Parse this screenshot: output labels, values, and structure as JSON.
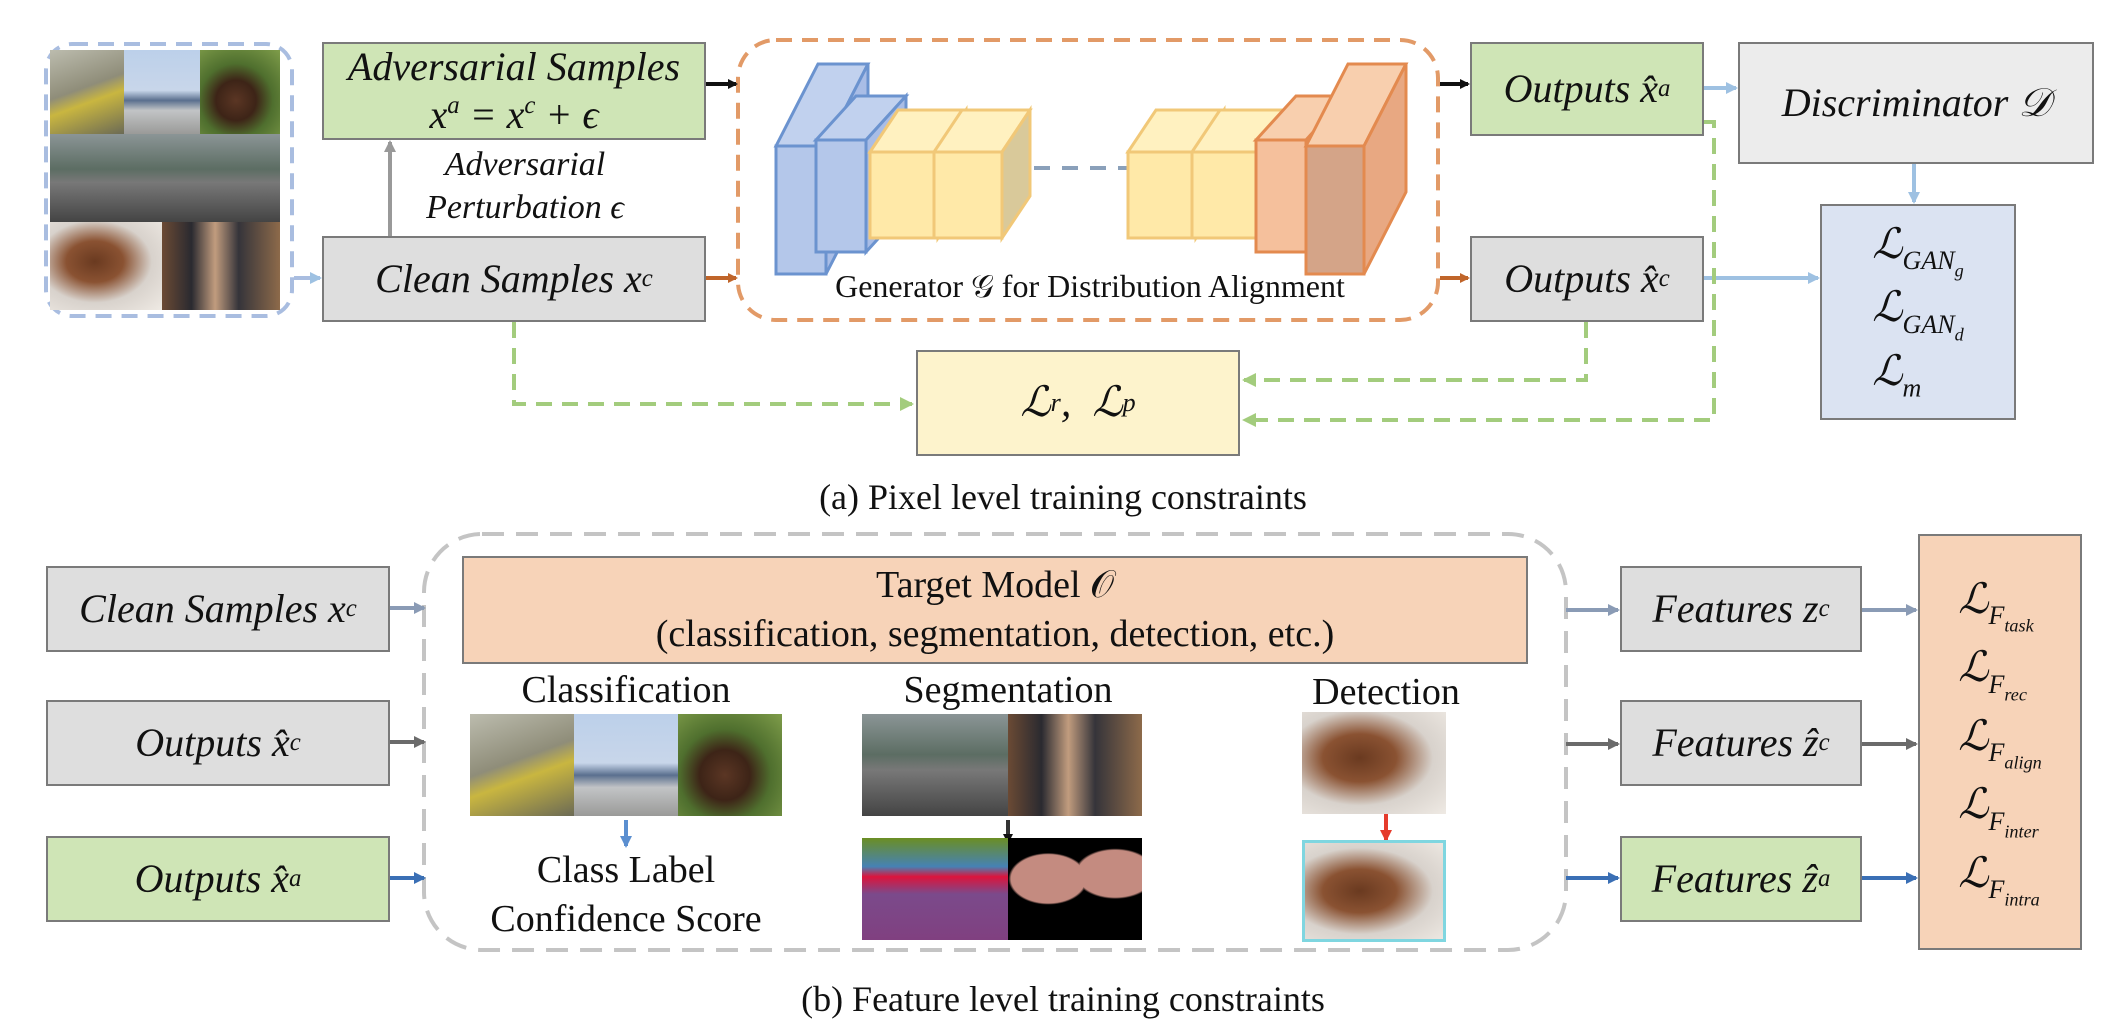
{
  "pixel_panel": {
    "adversarial_samples_title": "Adversarial Samples",
    "adversarial_samples_formula": "x",
    "adversarial_samples_formula_sup": "a",
    "adversarial_samples_formula_rest": " = x",
    "adversarial_samples_formula_sup2": "c",
    "adversarial_samples_formula_tail": " + ϵ",
    "perturbation_line1": "Adversarial",
    "perturbation_line2": "Perturbation ϵ",
    "clean_samples": "Clean Samples x",
    "clean_samples_sup": "c",
    "generator_label": "Generator 𝒢 for Distribution Alignment",
    "outputs_a": "Outputs x̂",
    "outputs_a_sup": "a",
    "outputs_c": "Outputs x̂",
    "outputs_c_sup": "c",
    "discriminator": "Discriminator 𝒟",
    "loss_r": "ℒ",
    "loss_r_sub": "r",
    "loss_sep": ",  ",
    "loss_p": "ℒ",
    "loss_p_sub": "p",
    "gan_losses": [
      {
        "sym": "ℒ",
        "sub": "GAN",
        "subsub": "g"
      },
      {
        "sym": "ℒ",
        "sub": "GAN",
        "subsub": "d"
      },
      {
        "sym": "ℒ",
        "sub": "m",
        "subsub": ""
      }
    ],
    "caption": "(a) Pixel level training constraints"
  },
  "feature_panel": {
    "inputs": [
      {
        "text": "Clean Samples x",
        "sup": "c",
        "style": "gray"
      },
      {
        "text": "Outputs x̂",
        "sup": "c",
        "style": "gray"
      },
      {
        "text": "Outputs x̂",
        "sup": "a",
        "style": "green"
      }
    ],
    "target_model_line1": "Target Model 𝒪",
    "target_model_line2": "(classification, segmentation, detection, etc.)",
    "tasks": {
      "classification": "Classification",
      "segmentation": "Segmentation",
      "detection": "Detection"
    },
    "class_output_line1": "Class Label",
    "class_output_line2": "Confidence Score",
    "features": [
      {
        "text": "Features z",
        "sup": "c",
        "style": "gray"
      },
      {
        "text": "Features ẑ",
        "sup": "c",
        "style": "gray"
      },
      {
        "text": "Features ẑ",
        "sup": "a",
        "style": "green"
      }
    ],
    "feature_losses": [
      {
        "sym": "ℒ",
        "sub": "F",
        "subsub": "task"
      },
      {
        "sym": "ℒ",
        "sub": "F",
        "subsub": "rec"
      },
      {
        "sym": "ℒ",
        "sub": "F",
        "subsub": "align"
      },
      {
        "sym": "ℒ",
        "sub": "F",
        "subsub": "inter"
      },
      {
        "sym": "ℒ",
        "sub": "F",
        "subsub": "intra"
      }
    ],
    "caption": "(b) Feature level training constraints"
  },
  "colors": {
    "green_fill": "#cfe5b6",
    "gray_fill": "#dedede",
    "yellow_fill": "#fdf3cc",
    "blue_fill": "#dbe3f2",
    "peach_fill": "#f7d3b8",
    "arrow_black": "#111111",
    "arrow_gray": "#999999",
    "arrow_orange": "#c0652a",
    "arrow_lightblue": "#9ec1e2",
    "arrow_blue": "#3a6fb5",
    "dashed_green": "#a3cc7d",
    "dashed_orange": "#e29a67",
    "dashed_gray": "#c4c4c4",
    "dashed_blue": "#a9bde0",
    "detection_arrow": "#e53b2c"
  }
}
